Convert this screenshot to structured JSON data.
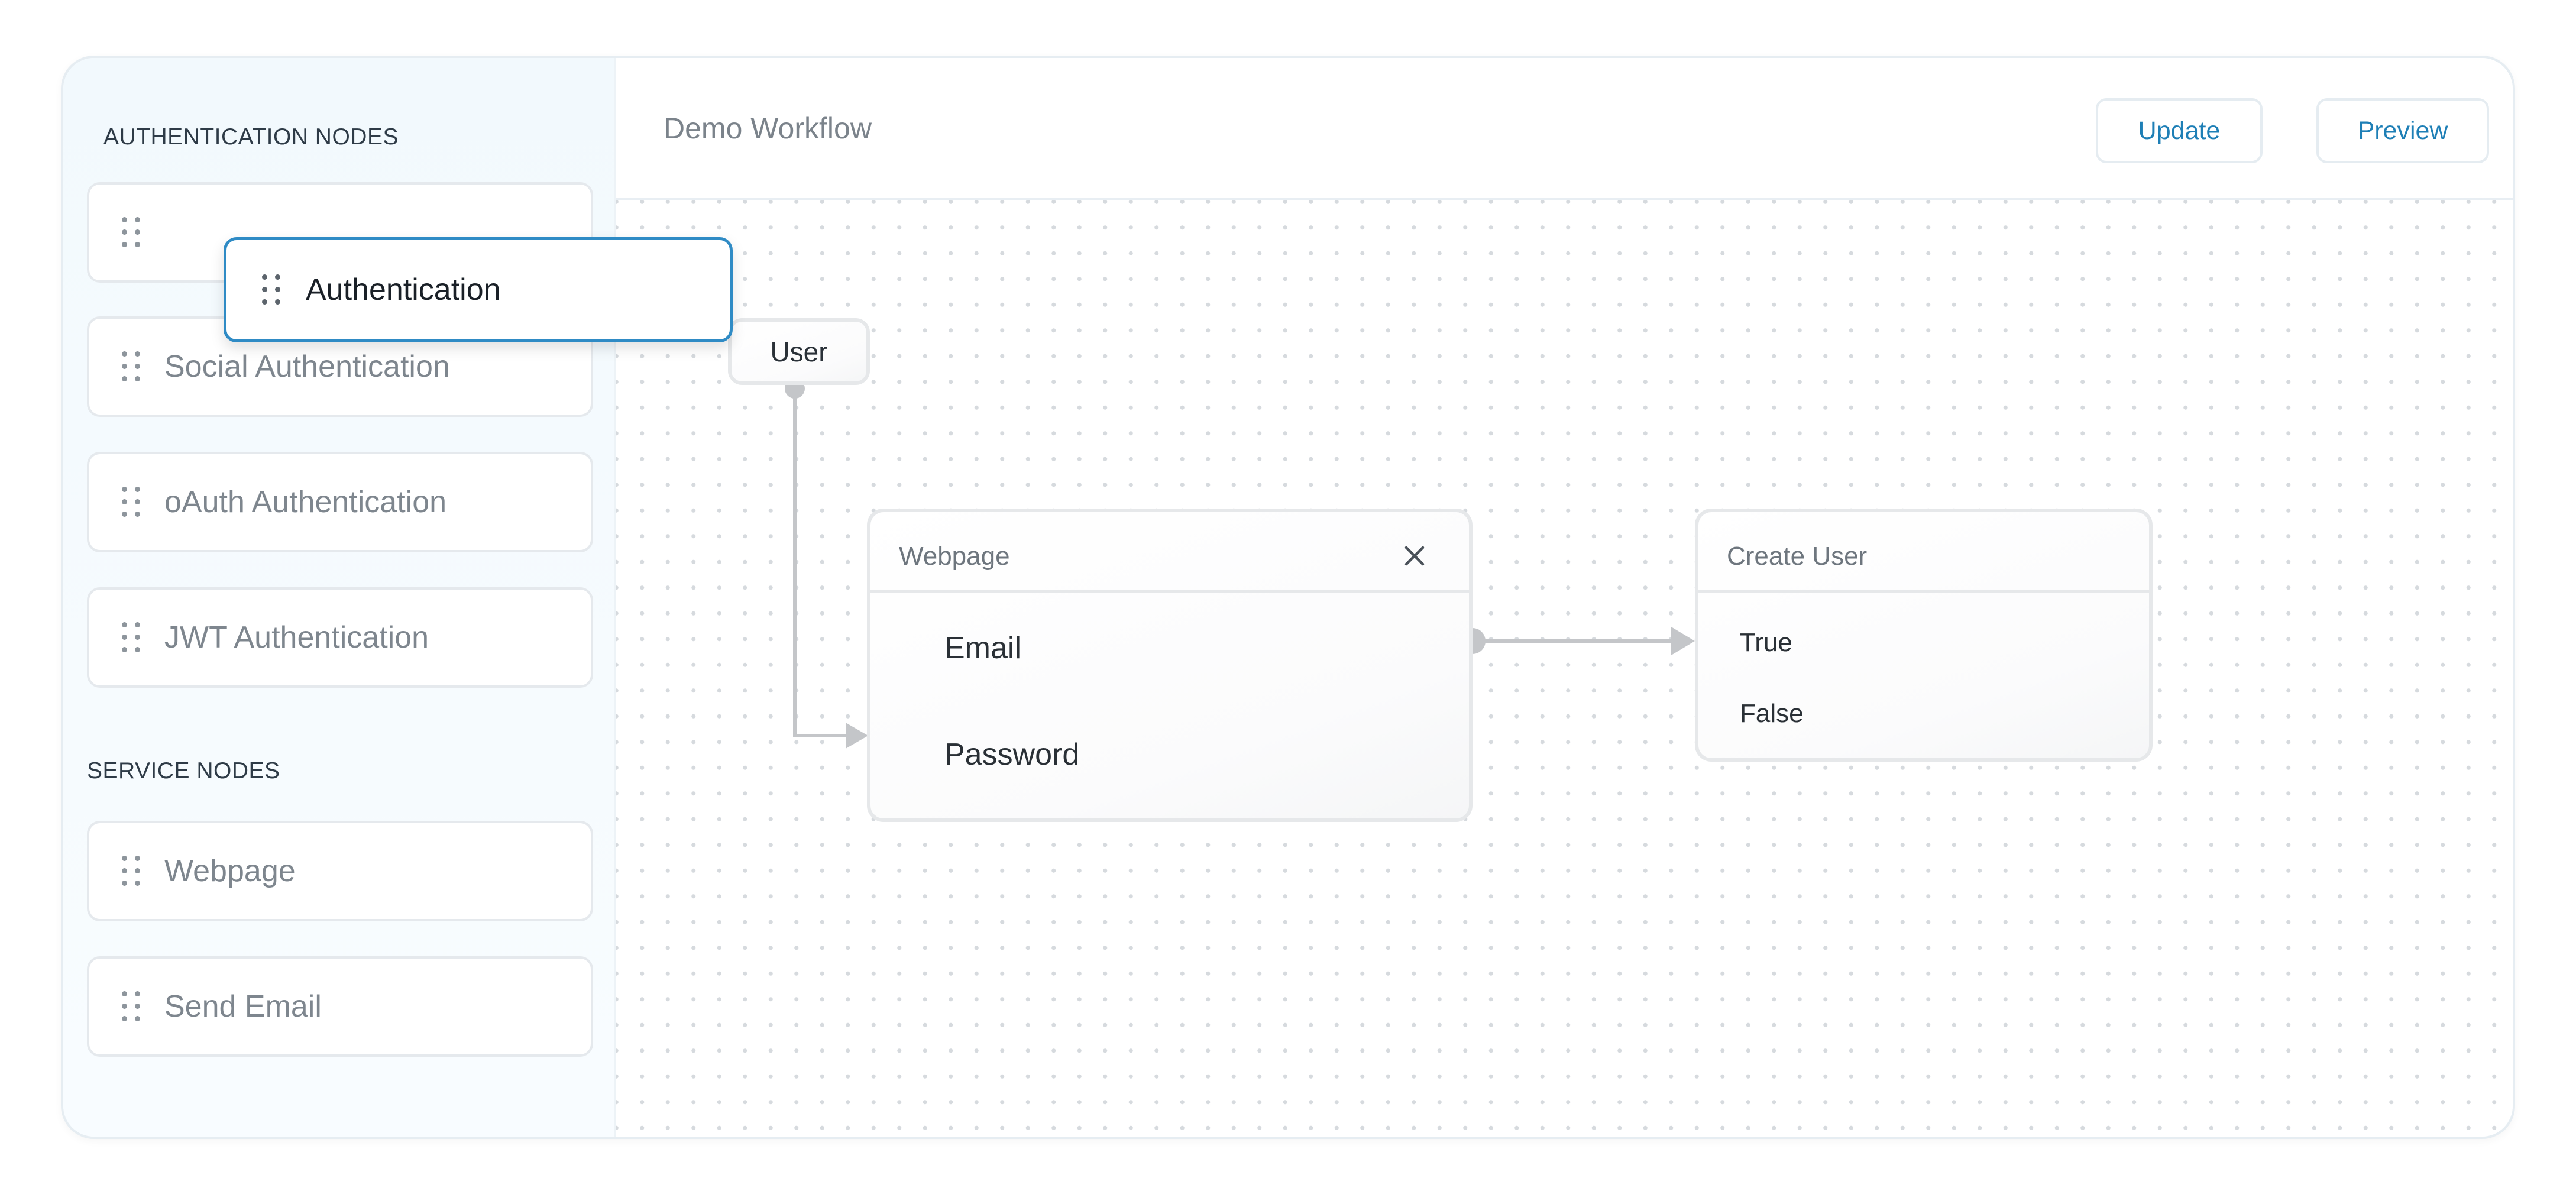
{
  "sidebar": {
    "auth_section_title": "AUTHENTICATION NODES",
    "service_section_title": "SERVICE NODES",
    "dragging_item": {
      "label": "Authentication",
      "icon": "drag-handle-icon"
    },
    "auth_items": [
      {
        "label": "Social Authentication"
      },
      {
        "label": "oAuth Authentication"
      },
      {
        "label": "JWT Authentication"
      }
    ],
    "service_items": [
      {
        "label": "Webpage"
      },
      {
        "label": "Send Email"
      }
    ]
  },
  "header": {
    "title": "Demo Workflow",
    "update_label": "Update",
    "preview_label": "Preview"
  },
  "canvas": {
    "user_node": {
      "label": "User"
    },
    "webpage_node": {
      "title": "Webpage",
      "fields": [
        "Email",
        "Password"
      ]
    },
    "create_user_node": {
      "title": "Create User",
      "options": [
        "True",
        "False"
      ]
    }
  },
  "colors": {
    "accent": "#1e7fb6",
    "drag_border": "#2f8bc5",
    "wire": "#c4c6c9",
    "sidebar_bg": "#f2f9fd"
  }
}
